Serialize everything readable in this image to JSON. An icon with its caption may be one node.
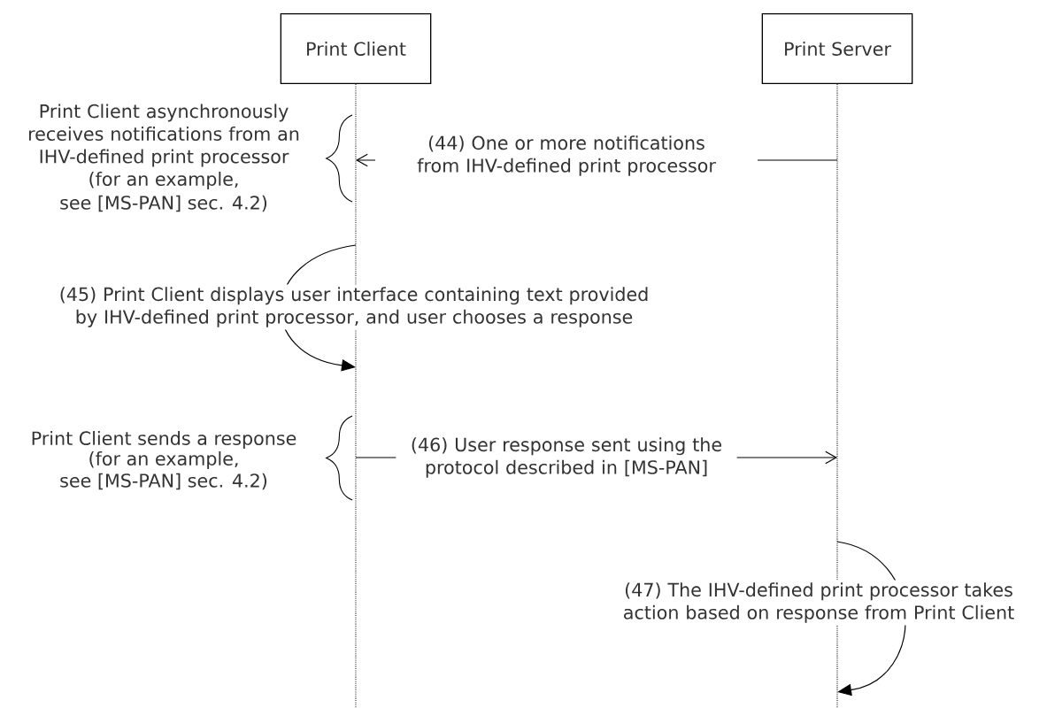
{
  "diagram": {
    "nodes": [
      {
        "text": [
          "Print Client"
        ]
      },
      {
        "text": [
          "Print Server"
        ]
      }
    ],
    "edges": [
      {
        "from": 1,
        "to": 0,
        "arrow": "to",
        "label": "(44) One or more notifications from IHV-defined print processor"
      },
      {
        "from": 0,
        "to": 0,
        "arrow": "to",
        "label": "(45) Print Client displays user interface containing text provided by IHV-defined print processor, and user chooses a response"
      },
      {
        "from": 0,
        "to": 1,
        "arrow": "to",
        "label": "(46) User response sent using the protocol described in [MS-PAN]"
      },
      {
        "from": 1,
        "to": 1,
        "arrow": "to",
        "label": "(47) The IHV-defined print processor takes action based on response from Print Client"
      }
    ],
    "labels": [
      "Print Client asynchronously receives notifications from an IHV-defined print processor",
      "(for an example,",
      "see [MS-PAN] sec. 4.2)",
      "Print Client sends a response",
      "(for an example,",
      "see [MS-PAN] sec. 4.2)"
    ]
  }
}
